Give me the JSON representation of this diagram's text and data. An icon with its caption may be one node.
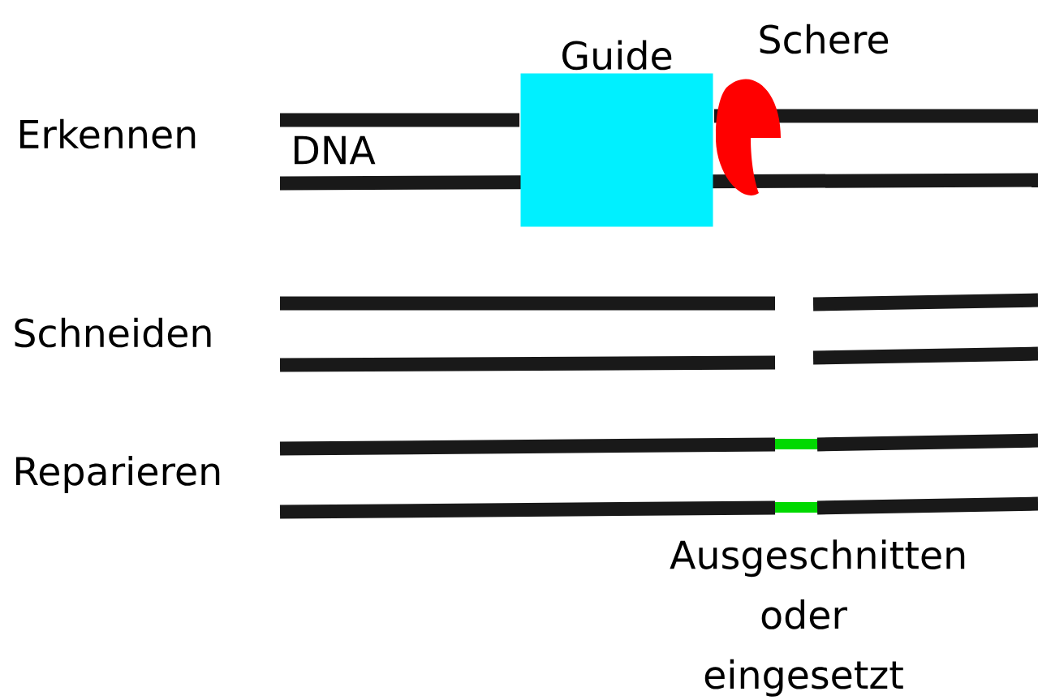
{
  "diagram": {
    "nodes": [
      {
        "text": [
          "Guide"
        ]
      },
      {
        "text": [
          "Schere"
        ]
      }
    ],
    "labels": [
      "Erkennen",
      "DNA",
      "Schneiden",
      "Reparieren",
      "Ausgeschnitten oder eingesetzt"
    ]
  }
}
